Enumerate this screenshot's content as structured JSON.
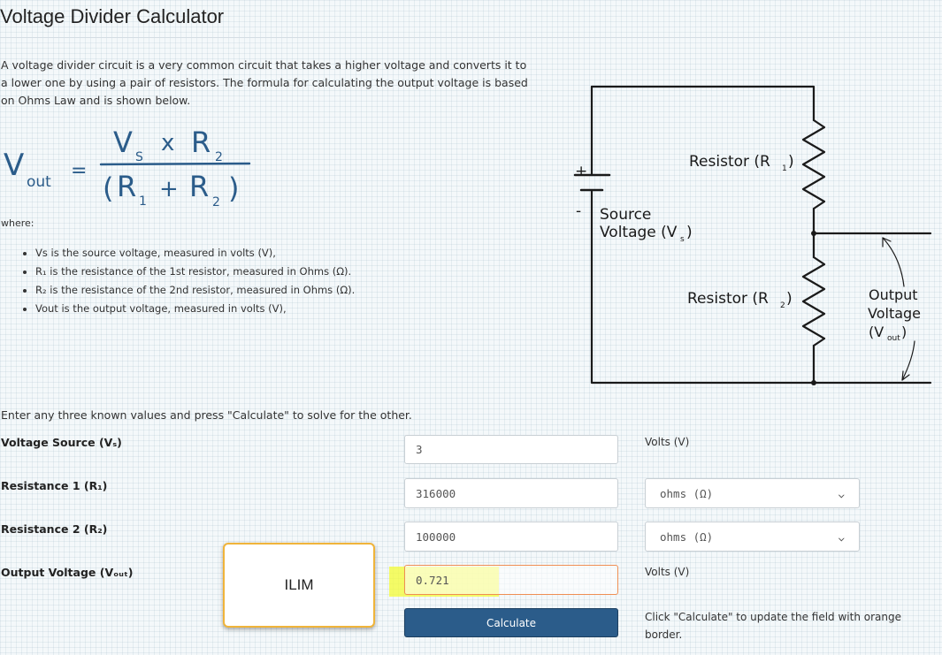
{
  "page": {
    "title": "Voltage Divider Calculator"
  },
  "intro": "A voltage divider circuit is a very common circuit that takes a higher voltage and converts it to a lower one by using a pair of resistors. The formula for calculating the output voltage is based on Ohms Law and is shown below.",
  "formula": {
    "vout": "V",
    "vout_sub": "out",
    "equals": "=",
    "numerator": "V",
    "numerator_sub": "S",
    "times": "x",
    "r2": "R",
    "r2_sub": "2",
    "open": "(",
    "r1": "R",
    "r1_sub": "1",
    "plus": "+",
    "r2b": "R",
    "r2b_sub": "2",
    "close": ")"
  },
  "where_label": "where:",
  "definitions": [
    "Vs is the source voltage, measured in volts (V),",
    "R₁ is the resistance of the 1st resistor, measured in Ohms (Ω).",
    "R₂ is the resistance of the 2nd resistor, measured in Ohms (Ω).",
    "Vout is the output voltage, measured in volts (V),"
  ],
  "circuit": {
    "plus": "+",
    "minus": "-",
    "source_line1": "Source",
    "source_line2": "Voltage (V",
    "source_sub": "s",
    "source_close": ")",
    "r1_label": "Resistor (R",
    "r1_sub": "1",
    "r1_close": ")",
    "r2_label": "Resistor (R",
    "r2_sub": "2",
    "r2_close": ")",
    "out_line1": "Output",
    "out_line2": "Voltage",
    "out_line3": "(V",
    "out_sub": "out",
    "out_close": ")"
  },
  "instructions": "Enter any three known values and press \"Calculate\" to solve for the other.",
  "form": {
    "vs": {
      "label": "Voltage Source (Vₛ)",
      "value": "3",
      "unit": "Volts (V)"
    },
    "r1": {
      "label": "Resistance 1 (R₁)",
      "value": "316000",
      "unit": "ohms (Ω)"
    },
    "r2": {
      "label": "Resistance 2 (R₂)",
      "value": "100000",
      "unit": "ohms (Ω)"
    },
    "vout": {
      "label": "Output Voltage (Vₒᵤₜ)",
      "value": "0.721",
      "unit": "Volts (V)"
    }
  },
  "overlay_text": "ILIM",
  "calculate_label": "Calculate",
  "note": "Click \"Calculate\" to update the field with orange border."
}
